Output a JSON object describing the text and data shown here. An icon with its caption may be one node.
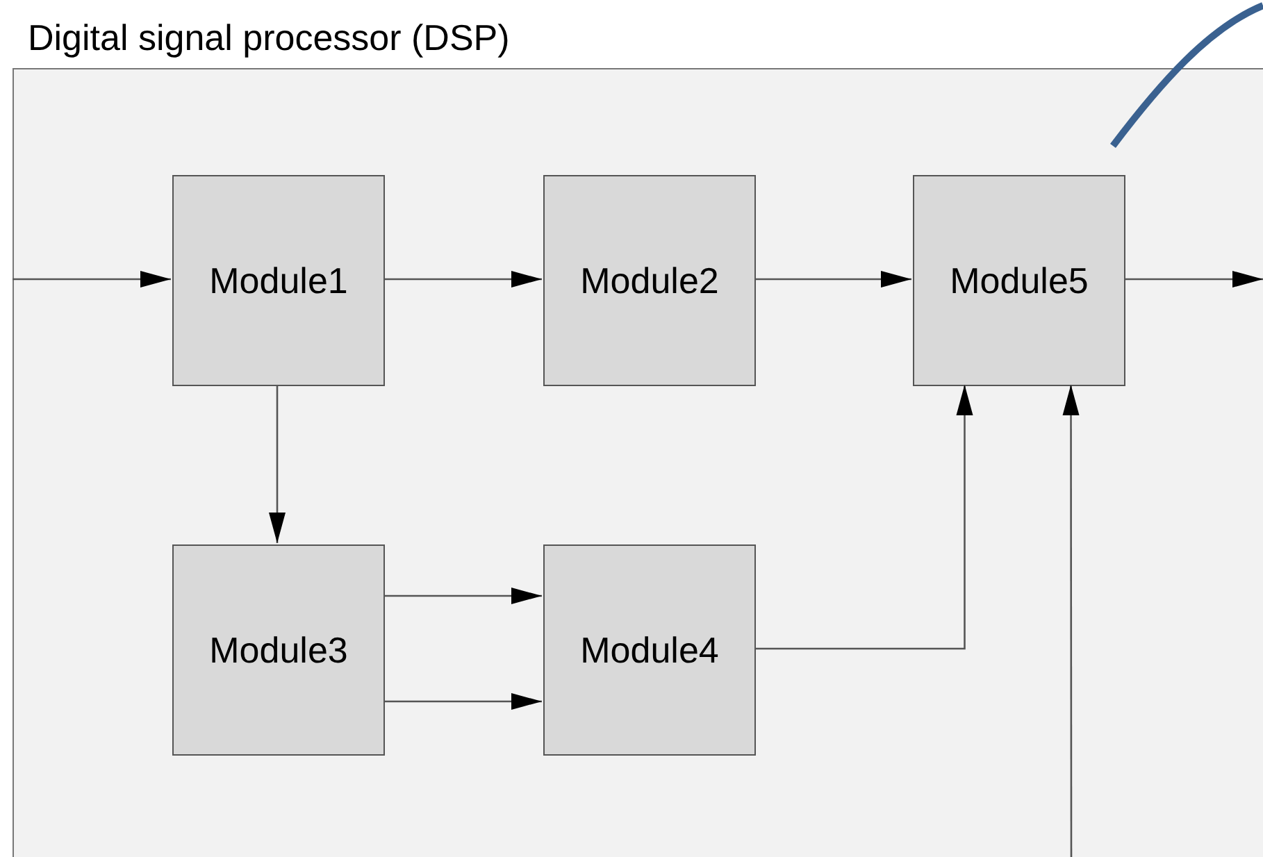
{
  "diagram": {
    "nodes": [
      {
        "text": [
          "Digital signal processor (DSP)"
        ]
      },
      {
        "text": [
          "Module1"
        ],
        "in": 0
      },
      {
        "text": [
          "Module2"
        ],
        "in": 0
      },
      {
        "text": [
          "Module5"
        ],
        "in": 0
      },
      {
        "text": [
          "Module3"
        ],
        "in": 0
      },
      {
        "text": [
          "Module4"
        ],
        "in": 0
      }
    ],
    "edges": [
      {
        "from": null,
        "to": 1,
        "arrow": "to"
      },
      {
        "from": 1,
        "to": 2,
        "arrow": "to"
      },
      {
        "from": 2,
        "to": 3,
        "arrow": "to"
      },
      {
        "from": 1,
        "to": 4,
        "arrow": "to"
      },
      {
        "from": 4,
        "to": 5,
        "arrow": "to"
      },
      {
        "from": 4,
        "to": 5,
        "arrow": "to"
      },
      {
        "from": 5,
        "to": 3,
        "arrow": "to"
      },
      {
        "from": null,
        "to": 3,
        "arrow": "to"
      },
      {
        "from": 3,
        "to": null,
        "arrow": "to"
      }
    ]
  }
}
